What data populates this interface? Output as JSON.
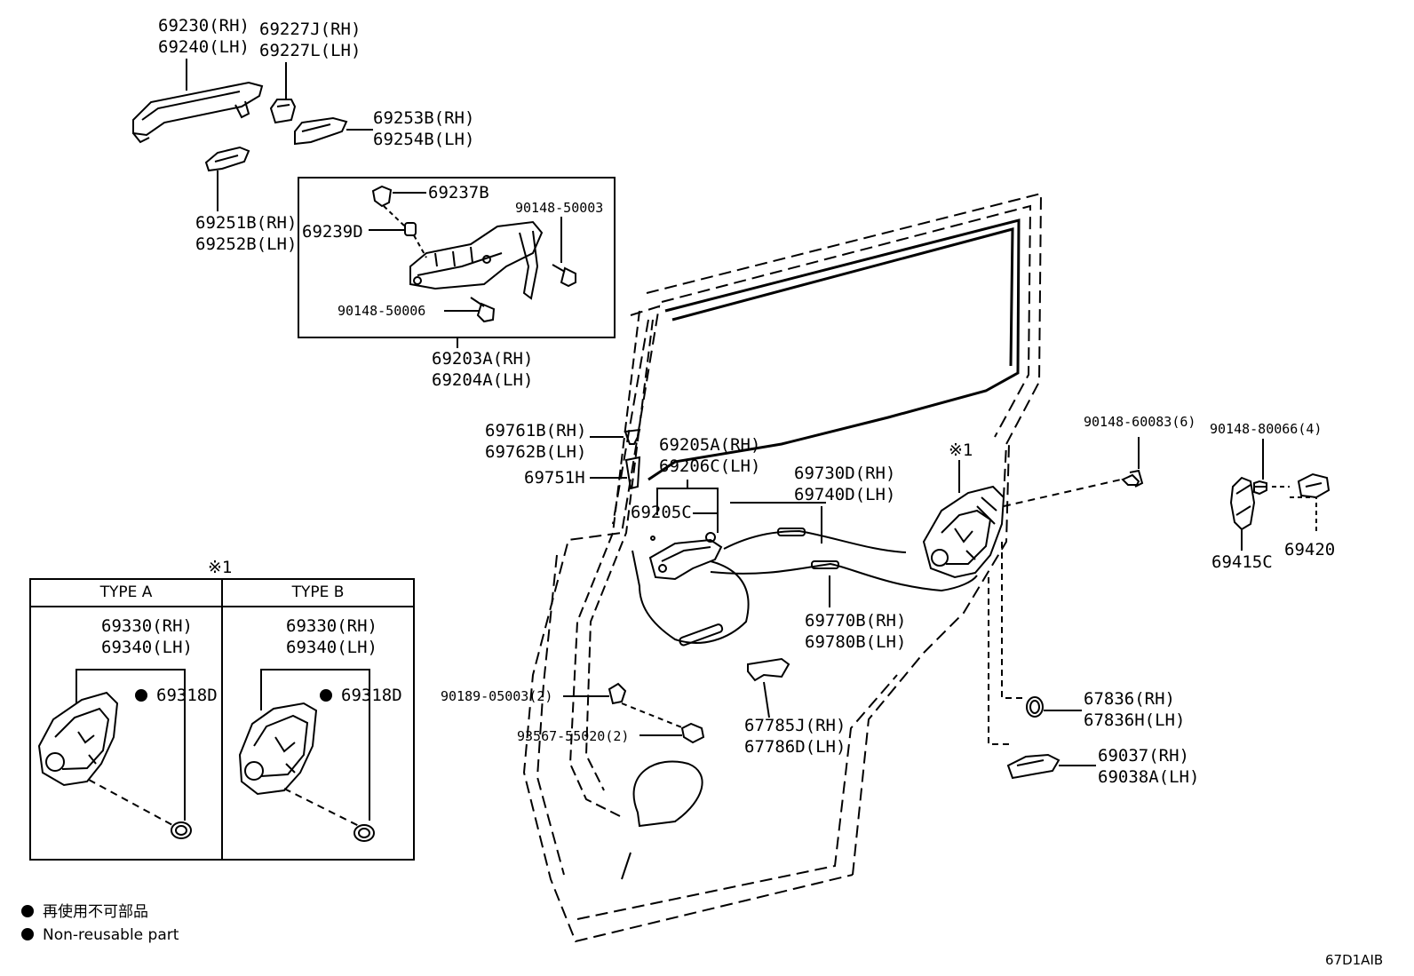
{
  "diagram_code": "67D1AIB",
  "legend": {
    "non_reusable_jp": "再使用不可部品",
    "non_reusable_en": "Non-reusable part"
  },
  "note_mark": "※1",
  "type_box": {
    "type_a": "TYPE A",
    "type_b": "TYPE B",
    "lock_rh": "69330(RH)",
    "lock_lh": "69340(LH)",
    "plug": "69318D"
  },
  "parts": {
    "handle_rh": "69230(RH)",
    "handle_lh": "69240(LH)",
    "cover_rh": "69227J(RH)",
    "cover_lh": "69227L(LH)",
    "pad_rear_rh": "69253B(RH)",
    "pad_rear_lh": "69254B(LH)",
    "pad_front_rh": "69251B(RH)",
    "pad_front_lh": "69252B(LH)",
    "cap": "69237B",
    "spacer": "69239D",
    "bolt_a": "90148-50003",
    "bolt_b": "90148-50006",
    "frame_rh": "69203A(RH)",
    "frame_lh": "69204A(LH)",
    "knob_rh": "69761B(RH)",
    "knob_lh": "69762B(LH)",
    "rod": "69751H",
    "inside_handle_rh": "69205A(RH)",
    "inside_handle_lh": "69206C(LH)",
    "inside_handle_sub": "69205C",
    "cable_a_rh": "69730D(RH)",
    "cable_a_lh": "69740D(LH)",
    "cable_b_rh": "69770B(RH)",
    "cable_b_lh": "69780B(LH)",
    "clip": "90189-05003(2)",
    "screw": "93567-55020(2)",
    "protector_rh": "67785J(RH)",
    "protector_lh": "67786D(LH)",
    "lock_screw": "90148-60083(6)",
    "striker_screw": "90148-80066(4)",
    "striker_cover": "69415C",
    "striker": "69420",
    "hole_plug_rh": "67836(RH)",
    "hole_plug_lh": "67836H(LH)",
    "lock_cover_rh": "69037(RH)",
    "lock_cover_lh": "69038A(LH)"
  }
}
